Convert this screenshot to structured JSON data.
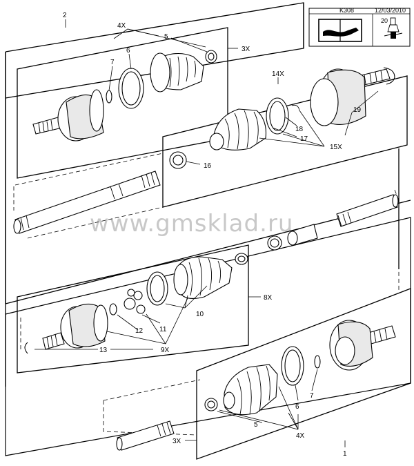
{
  "header": {
    "code": "K308",
    "date": "12/03/2010",
    "tool_number": "20"
  },
  "watermark": "www.gmsklad.ru",
  "callouts": {
    "c2": "2",
    "c4x_top": "4X",
    "c5_top": "5",
    "c3x_top": "3X",
    "c6_top": "6",
    "c7_top": "7",
    "c14x": "14X",
    "c19": "19",
    "c18": "18",
    "c17": "17",
    "c15x": "15X",
    "c16": "16",
    "c8x": "8X",
    "c10": "10",
    "c11": "11",
    "c12": "12",
    "c9x": "9X",
    "c13": "13",
    "c7_bot": "7",
    "c6_bot": "6",
    "c5_bot": "5",
    "c4x_bot": "4X",
    "c3x_bot": "3X",
    "c1": "1"
  }
}
